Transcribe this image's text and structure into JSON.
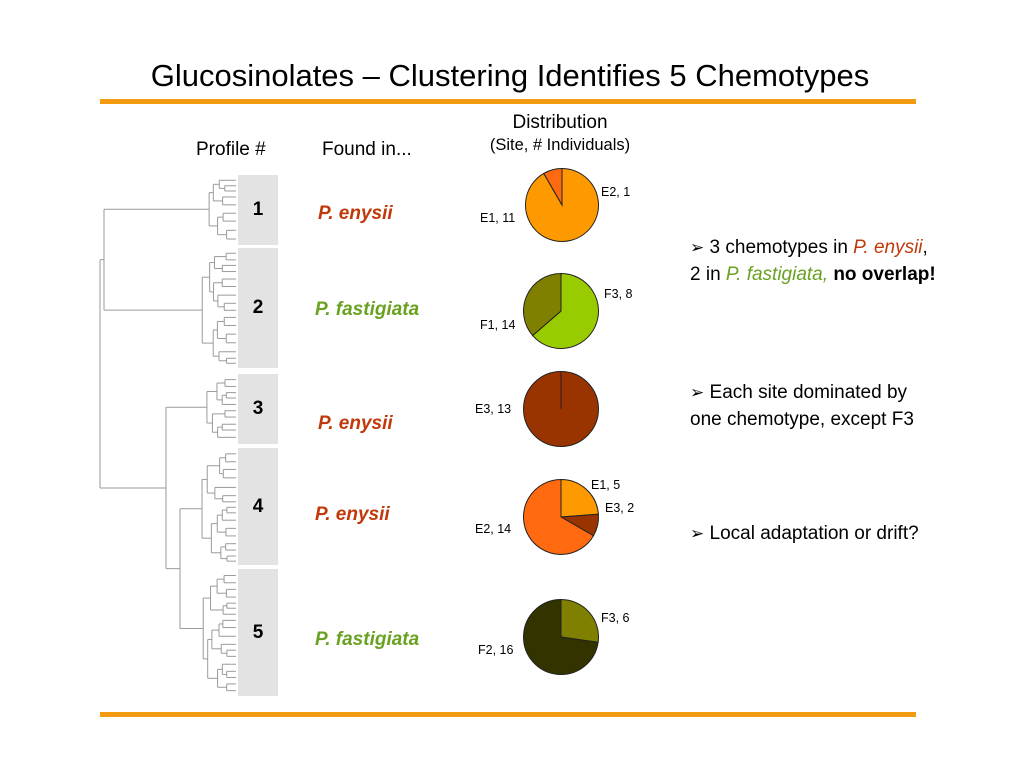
{
  "title": "Glucosinolates – Clustering Identifies 5 Chemotypes",
  "headers": {
    "profile": "Profile #",
    "found_in": "Found in...",
    "distribution": "Distribution",
    "distribution_sub": "(Site, # Individuals)"
  },
  "colors": {
    "rule": "#f39c12",
    "enysii_text": "#c0390b",
    "fastigiata_text": "#6aa121",
    "profile_box": "#e3e3e3",
    "dendrogram": "#9a9a9a"
  },
  "profiles": [
    {
      "number": "1",
      "species": "P. enysii",
      "species_color": "#c0390b"
    },
    {
      "number": "2",
      "species": "P. fastigiata",
      "species_color": "#6aa121"
    },
    {
      "number": "3",
      "species": "P. enysii",
      "species_color": "#c0390b"
    },
    {
      "number": "4",
      "species": "P. enysii",
      "species_color": "#c0390b"
    },
    {
      "number": "5",
      "species": "P. fastigiata",
      "species_color": "#6aa121"
    }
  ],
  "chart_data": [
    {
      "type": "pie",
      "title": "",
      "slices": [
        {
          "label": "E1, 11",
          "site": "E1",
          "value": 11,
          "color": "#ff9900"
        },
        {
          "label": "E2, 1",
          "site": "E2",
          "value": 1,
          "color": "#ff6a10"
        }
      ]
    },
    {
      "type": "pie",
      "title": "",
      "slices": [
        {
          "label": "F1, 14",
          "site": "F1",
          "value": 14,
          "color": "#99cc00"
        },
        {
          "label": "F3, 8",
          "site": "F3",
          "value": 8,
          "color": "#808000"
        }
      ]
    },
    {
      "type": "pie",
      "title": "",
      "slices": [
        {
          "label": "E3, 13",
          "site": "E3",
          "value": 13,
          "color": "#993300"
        }
      ]
    },
    {
      "type": "pie",
      "title": "",
      "slices": [
        {
          "label": "E1, 5",
          "site": "E1",
          "value": 5,
          "color": "#ff9900"
        },
        {
          "label": "E3, 2",
          "site": "E3",
          "value": 2,
          "color": "#993300"
        },
        {
          "label": "E2, 14",
          "site": "E2",
          "value": 14,
          "color": "#ff6a10"
        }
      ]
    },
    {
      "type": "pie",
      "title": "",
      "slices": [
        {
          "label": "F3, 6",
          "site": "F3",
          "value": 6,
          "color": "#808000"
        },
        {
          "label": "F2, 16",
          "site": "F2",
          "value": 16,
          "color": "#333300"
        }
      ]
    }
  ],
  "notes": {
    "n1": {
      "pre": "3 chemotypes in ",
      "sp1": "P. enysii",
      "mid": ", 2 in ",
      "sp2": "P. fastigiata,",
      "bold": "no overlap!"
    },
    "n2": {
      "text": "Each site dominated by one chemotype, except F3"
    },
    "n3": {
      "text": "Local adaptation or drift?"
    }
  }
}
